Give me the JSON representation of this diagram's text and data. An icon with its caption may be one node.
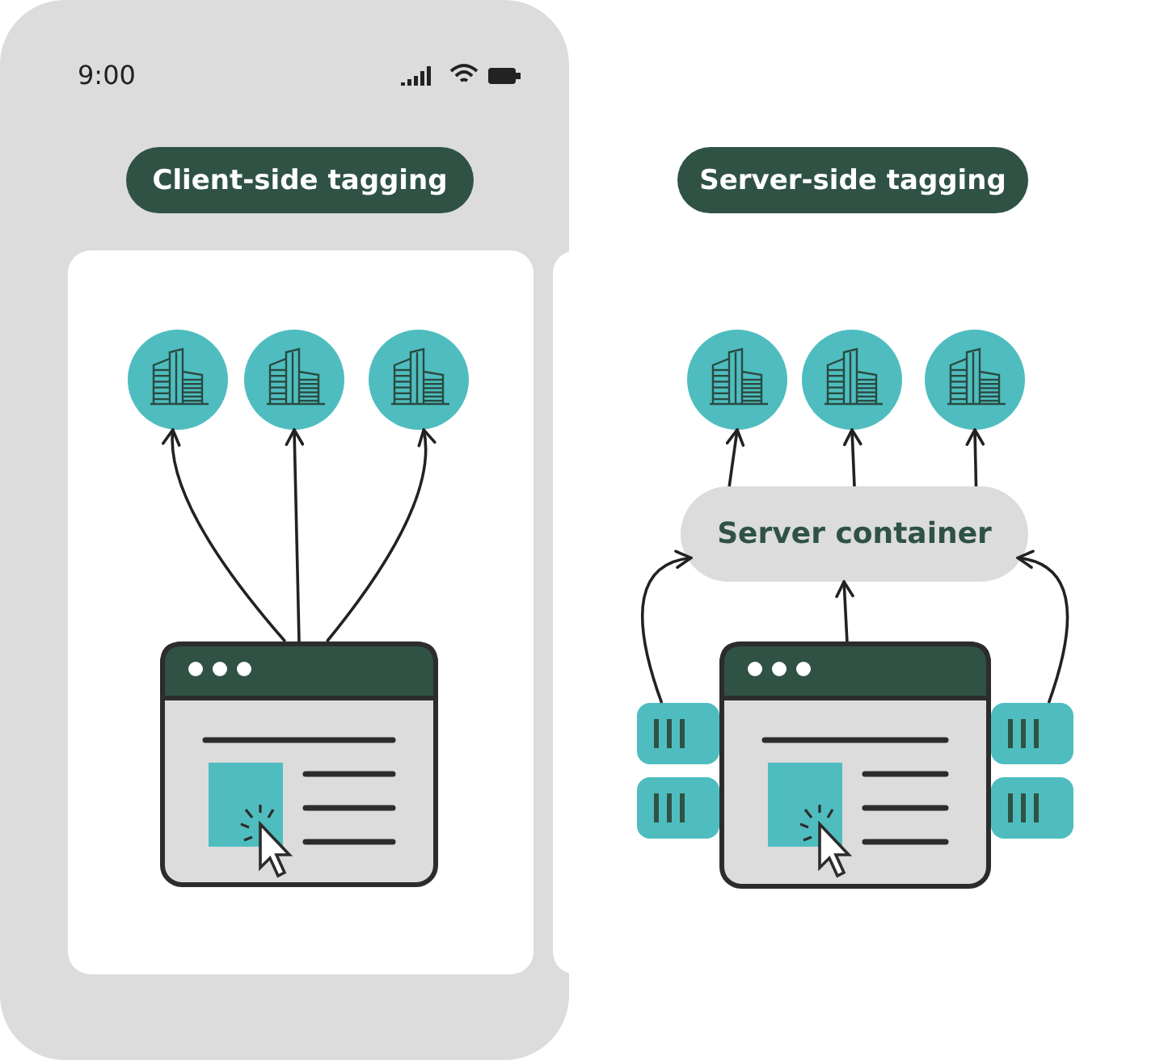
{
  "diagram": {
    "nodes": [
      {
        "text": [
          "Client-side tagging"
        ]
      },
      {
        "text": [
          "Server-side tagging"
        ]
      },
      {
        "text": [],
        "shape": "circle"
      },
      {
        "text": [],
        "shape": "circle"
      },
      {
        "text": [],
        "shape": "circle"
      },
      {
        "text": [],
        "shape": "box"
      },
      {
        "text": [],
        "shape": "circle"
      },
      {
        "text": [],
        "shape": "circle"
      },
      {
        "text": [],
        "shape": "circle"
      },
      {
        "text": [
          "Server container"
        ]
      },
      {
        "text": [],
        "shape": "box"
      },
      {
        "text": [],
        "shape": "box"
      },
      {
        "text": [],
        "shape": "box"
      }
    ],
    "edges": [
      {
        "from": 5,
        "to": 2,
        "arrow": "to"
      },
      {
        "from": 5,
        "to": 3,
        "arrow": "to"
      },
      {
        "from": 5,
        "to": 4,
        "arrow": "to"
      },
      {
        "from": 10,
        "to": 9,
        "arrow": "to"
      },
      {
        "from": 11,
        "to": 9,
        "arrow": "to"
      },
      {
        "from": 12,
        "to": 9,
        "arrow": "to"
      },
      {
        "from": 9,
        "to": 6,
        "arrow": "to"
      },
      {
        "from": 9,
        "to": 7,
        "arrow": "to"
      },
      {
        "from": 9,
        "to": 8,
        "arrow": "to"
      }
    ],
    "labels": [
      "9:00"
    ]
  }
}
